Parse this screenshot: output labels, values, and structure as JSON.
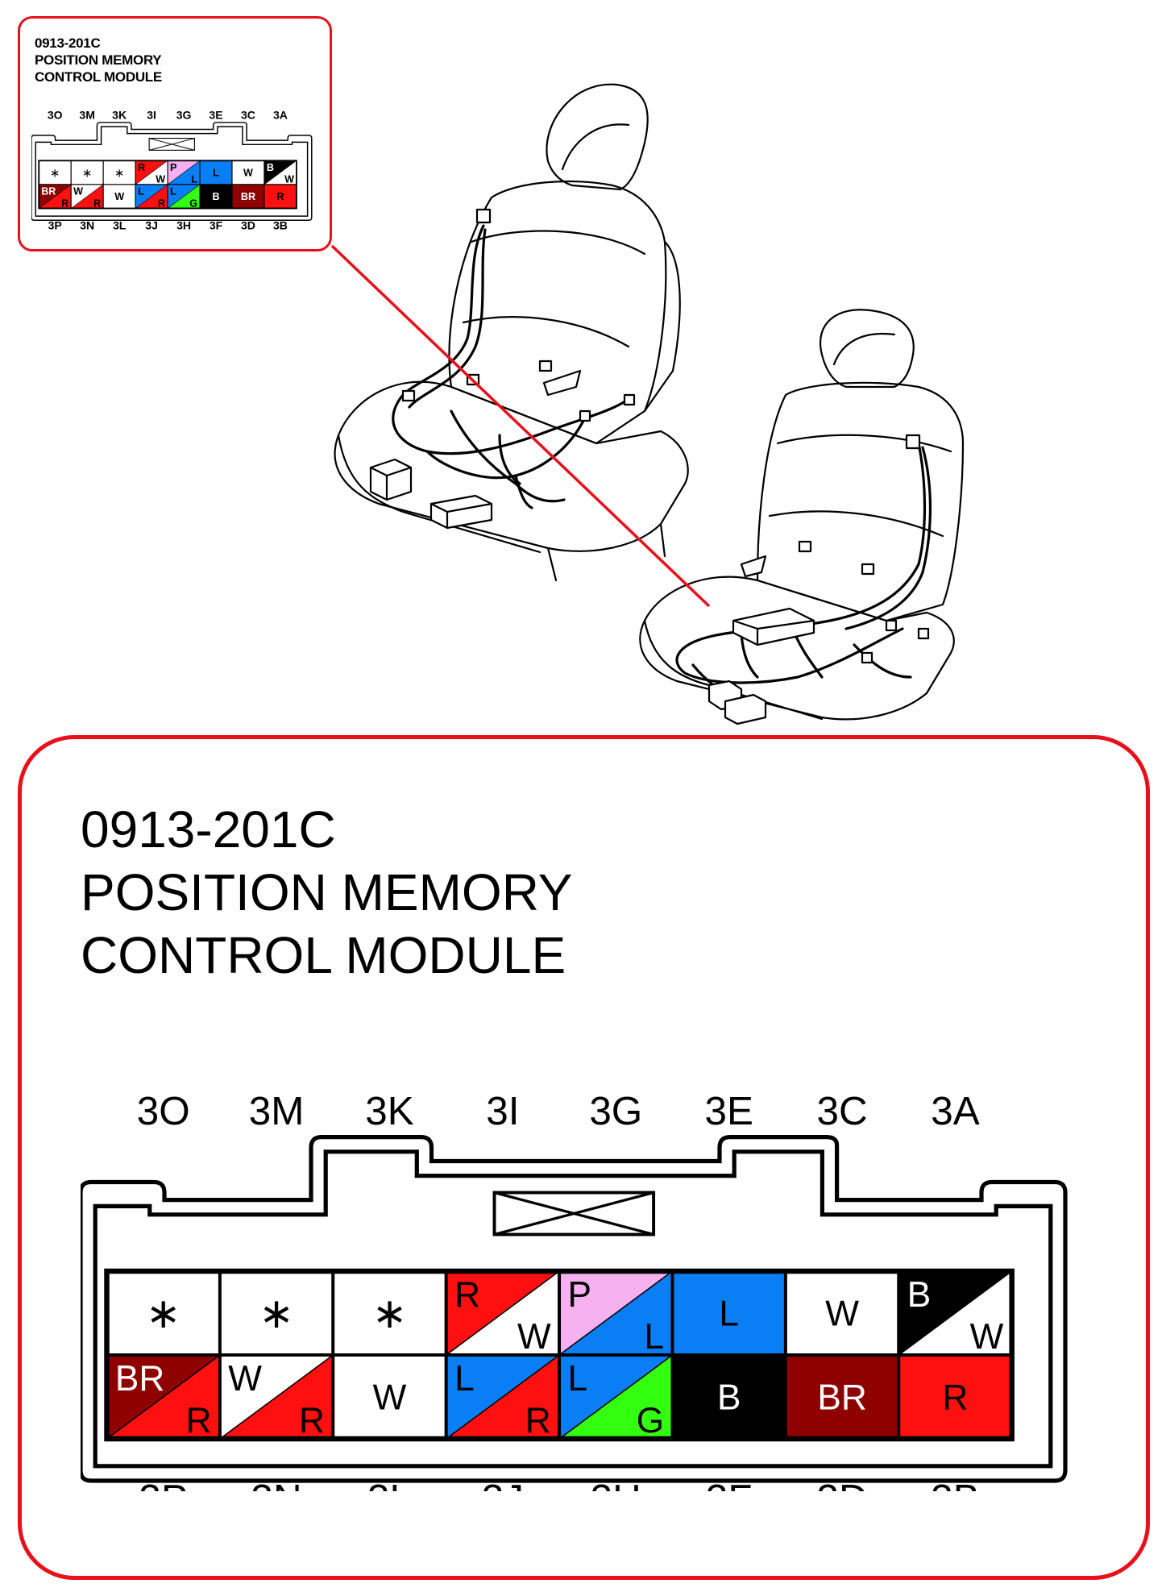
{
  "part_number": "0913-201C",
  "title_line1": "POSITION MEMORY",
  "title_line2": "CONTROL MODULE",
  "colors": {
    "callout_border": "#e8101a",
    "R": "#ff1010",
    "W": "#ffffff",
    "P": "#f5b0f0",
    "L": "#0a7ef5",
    "G": "#33ff10",
    "B": "#000000",
    "BR": "#8f0000"
  },
  "top_pin_labels": [
    "3O",
    "3M",
    "3K",
    "3I",
    "3G",
    "3E",
    "3C",
    "3A"
  ],
  "bottom_pin_labels": [
    "3P",
    "3N",
    "3L",
    "3J",
    "3H",
    "3F",
    "3D",
    "3B"
  ],
  "top_row_cells": [
    {
      "pin": "3O",
      "mark": "∗",
      "primary": "",
      "secondary": ""
    },
    {
      "pin": "3M",
      "mark": "∗",
      "primary": "",
      "secondary": ""
    },
    {
      "pin": "3K",
      "mark": "∗",
      "primary": "",
      "secondary": ""
    },
    {
      "pin": "3I",
      "mark": "",
      "primary": "R",
      "secondary": "W"
    },
    {
      "pin": "3G",
      "mark": "",
      "primary": "P",
      "secondary": "L"
    },
    {
      "pin": "3E",
      "mark": "",
      "primary": "L",
      "secondary": ""
    },
    {
      "pin": "3C",
      "mark": "",
      "primary": "W",
      "secondary": ""
    },
    {
      "pin": "3A",
      "mark": "",
      "primary": "B",
      "secondary": "W"
    }
  ],
  "bottom_row_cells": [
    {
      "pin": "3P",
      "mark": "",
      "primary": "BR",
      "secondary": "R"
    },
    {
      "pin": "3N",
      "mark": "",
      "primary": "W",
      "secondary": "R"
    },
    {
      "pin": "3L",
      "mark": "",
      "primary": "W",
      "secondary": ""
    },
    {
      "pin": "3J",
      "mark": "",
      "primary": "L",
      "secondary": "R"
    },
    {
      "pin": "3H",
      "mark": "",
      "primary": "L",
      "secondary": "G"
    },
    {
      "pin": "3F",
      "mark": "",
      "primary": "B",
      "secondary": ""
    },
    {
      "pin": "3D",
      "mark": "",
      "primary": "BR",
      "secondary": ""
    },
    {
      "pin": "3B",
      "mark": "",
      "primary": "R",
      "secondary": ""
    }
  ]
}
